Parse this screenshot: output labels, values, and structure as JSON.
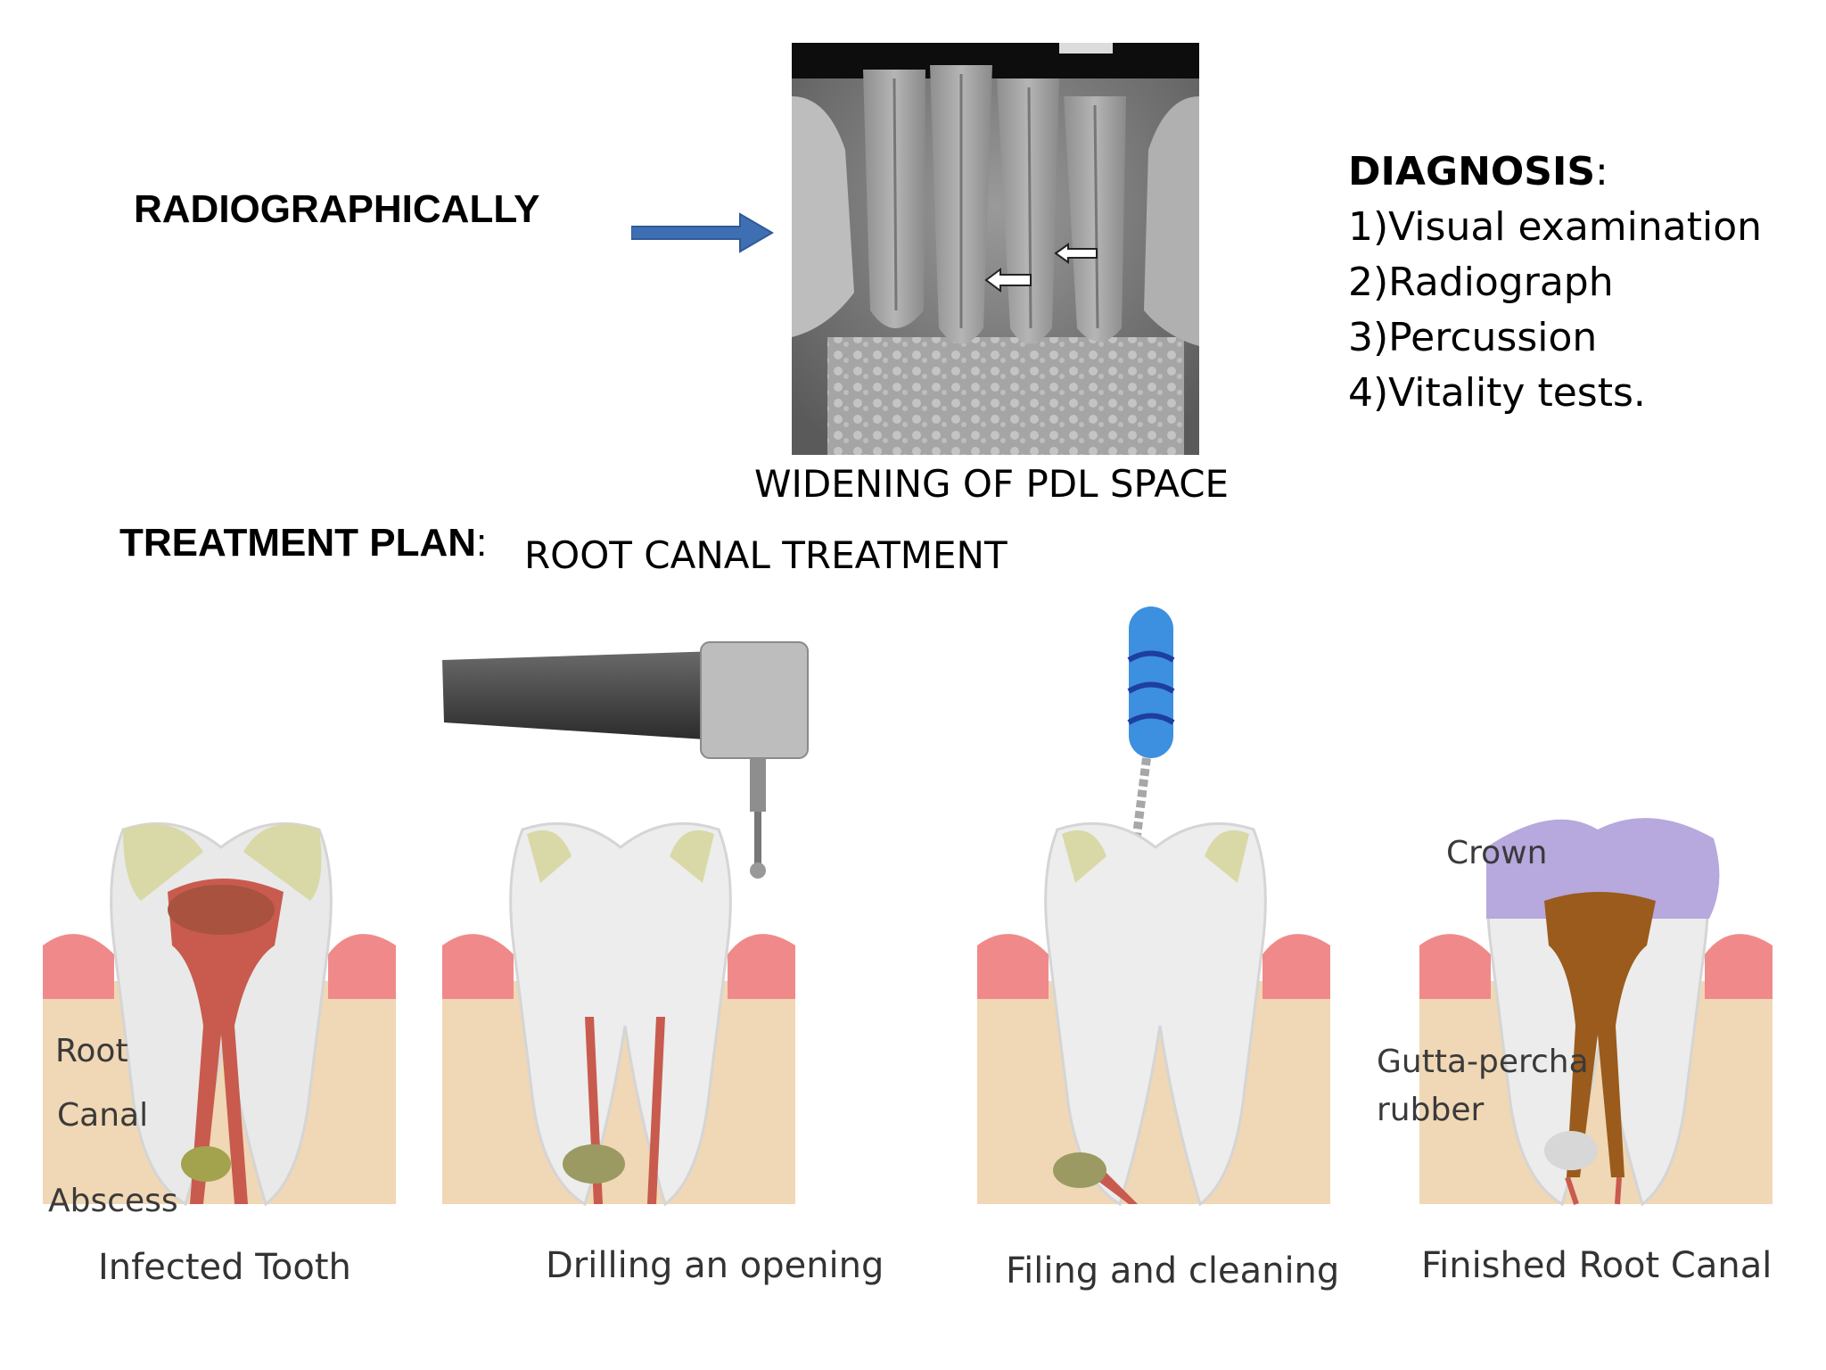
{
  "radiograph": {
    "label": "RADIOGRAPHICALLY",
    "caption": "WIDENING OF PDL SPACE"
  },
  "diagnosis": {
    "title": "DIAGNOSIS",
    "items": [
      "1)Visual examination",
      "2)Radiograph",
      "3)Percussion",
      "4)Vitality tests."
    ]
  },
  "treatment_plan": {
    "label": "TREATMENT PLAN",
    "value": "ROOT CANAL TREATMENT"
  },
  "steps": [
    {
      "caption": "Infected Tooth",
      "labels": [
        "Root",
        "Canal",
        "Abscess"
      ]
    },
    {
      "caption": "Drilling an opening"
    },
    {
      "caption": "Filing and cleaning"
    },
    {
      "caption": "Finished Root Canal",
      "labels": [
        "Crown",
        "Gutta-percha",
        "rubber"
      ]
    }
  ],
  "colors": {
    "arrow": "#3f6fb3",
    "gum": "#f08a8a",
    "bone": "#f0d7b5",
    "pulp_infected": "#c85b4e",
    "gutta_percha": "#9a5b1c",
    "crown": "#b7a8dd",
    "file_handle": "#3d8fe0"
  }
}
